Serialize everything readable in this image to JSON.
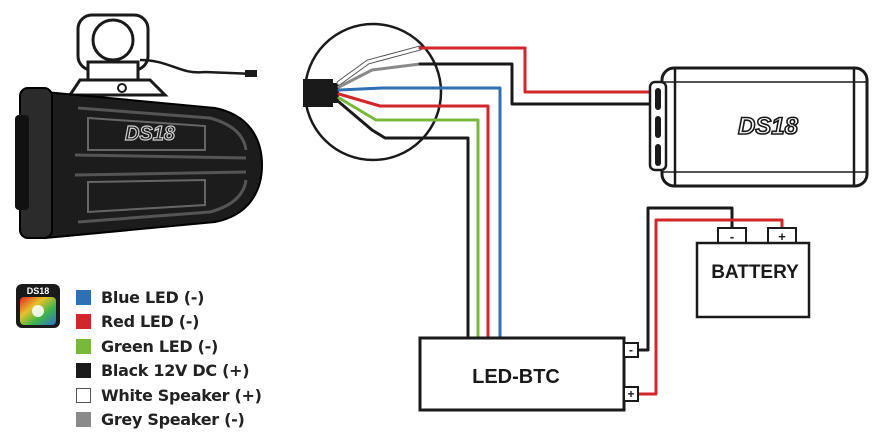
{
  "brand": {
    "logo_text": "DS18"
  },
  "boxes": {
    "controller": "LED-BTC",
    "battery": "BATTERY",
    "battery_neg": "-",
    "battery_pos": "+",
    "controller_neg": "-",
    "controller_pos": "+"
  },
  "legend": [
    {
      "label": "Blue LED (-)",
      "color": "#2f6fb3",
      "border": "#2f6fb3"
    },
    {
      "label": "Red LED (-)",
      "color": "#d2262a",
      "border": "#d2262a"
    },
    {
      "label": "Green LED (-)",
      "color": "#78b83a",
      "border": "#78b83a"
    },
    {
      "label": "Black 12V DC (+)",
      "color": "#1a1a1a",
      "border": "#1a1a1a"
    },
    {
      "label": "White Speaker (+)",
      "color": "#ffffff",
      "border": "#555555"
    },
    {
      "label": "Grey Speaker (-)",
      "color": "#8a8a8a",
      "border": "#8a8a8a"
    }
  ],
  "wire_colors": {
    "red": "#d2262a",
    "black": "#1a1a1a",
    "blue": "#2f6fb3",
    "green": "#78b83a",
    "grey": "#8a8a8a",
    "white": "#ffffff"
  }
}
